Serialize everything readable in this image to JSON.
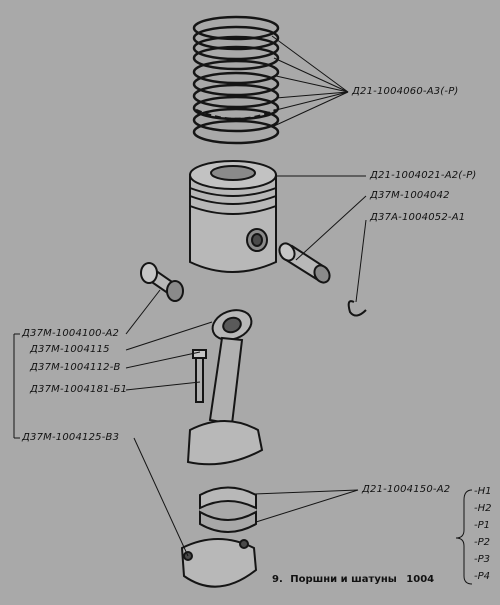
{
  "figure": {
    "number": "9",
    "caption": "Поршни и шатуны",
    "group": "1004"
  },
  "labels": {
    "rings": "Д21-1004060-А3(-Р)",
    "piston": "Д21-1004021-А2(-Р)",
    "pin": "Д37М-1004042",
    "circlip": "Д37А-1004052-А1",
    "bushing": "Д37М-1004100-А2",
    "rod": "Д37М-1004115",
    "nut": "Д37М-1004112-В",
    "bolt": "Д37М-1004181-Б1",
    "cap": "Д37М-1004125-В3",
    "bearing": "Д21-1004150-А2"
  },
  "bearing_grades": [
    "-Н1",
    "-Н2",
    "-Р1",
    "-Р2",
    "-Р3",
    "-Р4"
  ]
}
